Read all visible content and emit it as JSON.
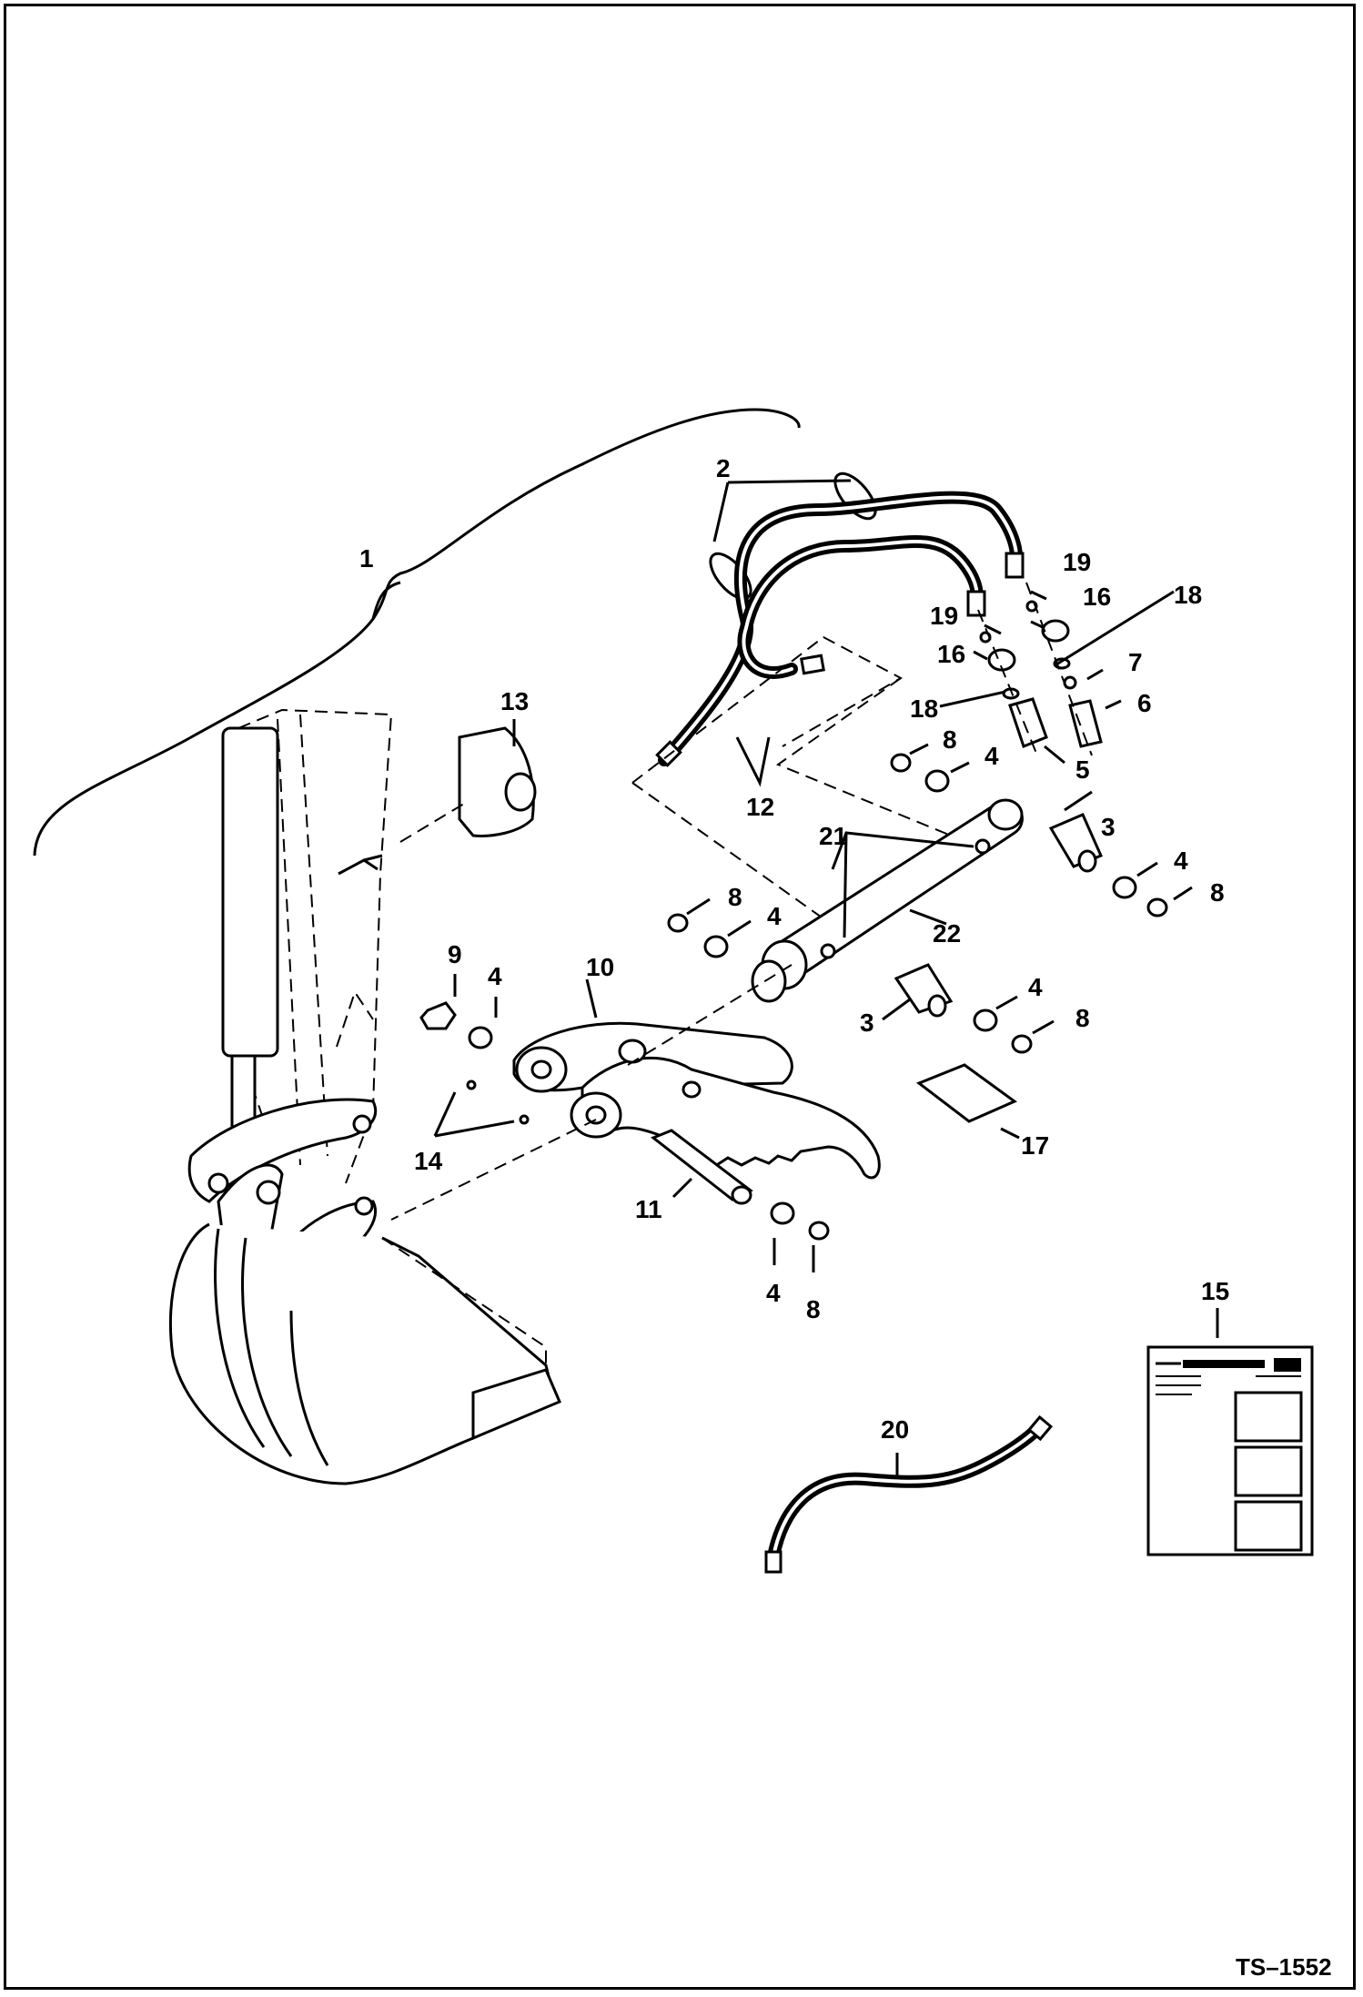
{
  "drawing_code": "TS–1552",
  "callouts": {
    "c1": "1",
    "c2": "2",
    "c3a": "3",
    "c3b": "3",
    "c4a": "4",
    "c4b": "4",
    "c4c": "4",
    "c4d": "4",
    "c4e": "4",
    "c4f": "4",
    "c5": "5",
    "c6": "6",
    "c7": "7",
    "c8a": "8",
    "c8b": "8",
    "c8c": "8",
    "c8d": "8",
    "c8e": "8",
    "c9": "9",
    "c10": "10",
    "c11": "11",
    "c12": "12",
    "c13": "13",
    "c14": "14",
    "c15": "15",
    "c16a": "16",
    "c16b": "16",
    "c17": "17",
    "c18a": "18",
    "c18b": "18",
    "c19a": "19",
    "c19b": "19",
    "c20": "20",
    "c21": "21",
    "c22": "22"
  }
}
